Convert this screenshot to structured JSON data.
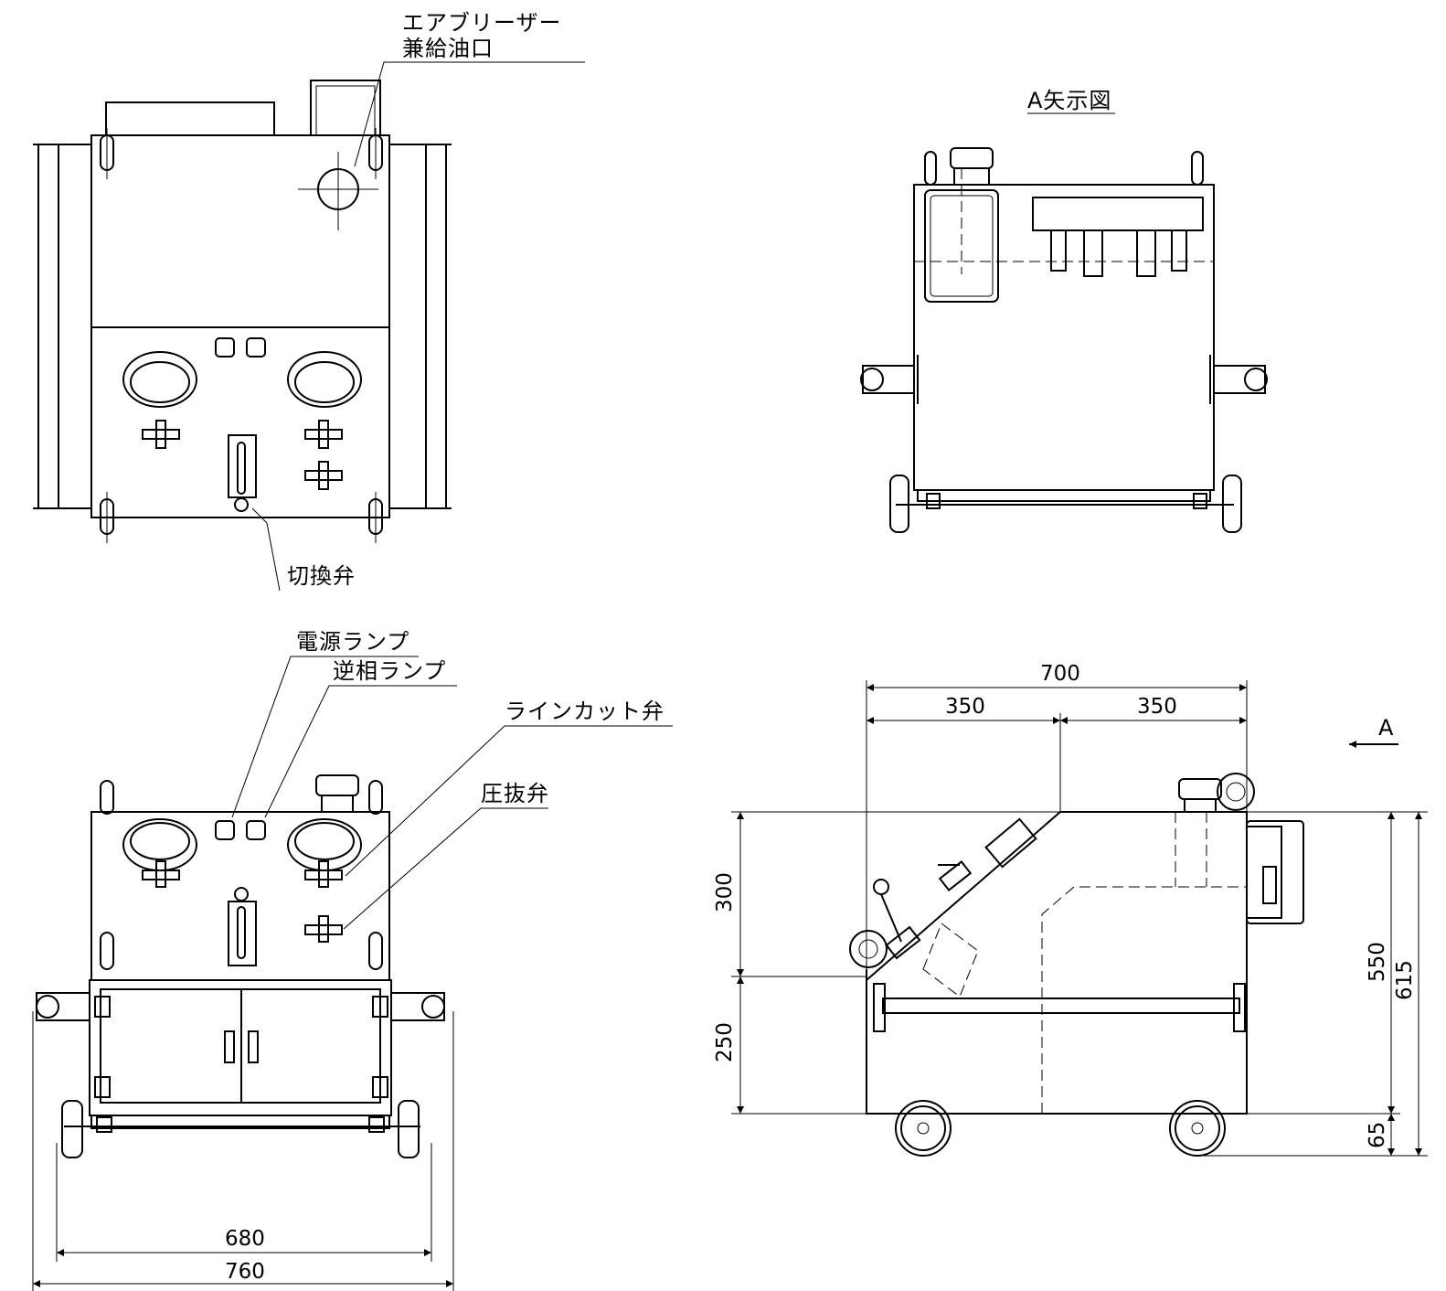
{
  "labels": {
    "air_breather_1": "エアブリーザー",
    "air_breather_2": "兼給油口",
    "switch_valve": "切換弁",
    "power_lamp": "電源ランプ",
    "reverse_phase_lamp": "逆相ランプ",
    "line_cut_valve": "ラインカット弁",
    "pressure_relief_valve": "圧抜弁",
    "view_a_title": "A矢示図",
    "arrow_a": "A"
  },
  "dimensions": {
    "front_inner_width": "680",
    "front_outer_width": "760",
    "side_total_width": "700",
    "side_half_left": "350",
    "side_half_right": "350",
    "side_upper_height": "300",
    "side_lower_height": "250",
    "side_body_height": "550",
    "side_total_height": "615",
    "side_wheel_height": "65"
  }
}
